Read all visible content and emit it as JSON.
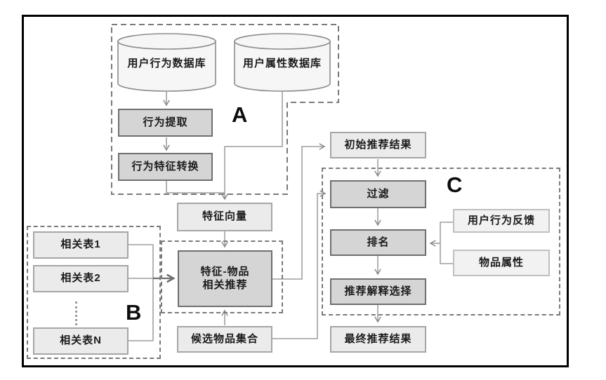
{
  "diagram": {
    "groups": {
      "a": "A",
      "b": "B",
      "c": "C"
    },
    "nodes": {
      "user_behavior_db": {
        "label": "用户行为数据库",
        "shape": "cylinder"
      },
      "user_attr_db": {
        "label": "用户属性数据库",
        "shape": "cylinder"
      },
      "behavior_extract": {
        "label": "行为提取",
        "shape": "process"
      },
      "behavior_feature_convert": {
        "label": "行为特征转换",
        "shape": "process"
      },
      "feature_vector": {
        "label": "特征向量",
        "shape": "data"
      },
      "feature_item_rec": {
        "label": "特征-物品\n相关推荐",
        "shape": "process"
      },
      "related_table_1": {
        "label": "相关表1",
        "shape": "data"
      },
      "related_table_2": {
        "label": "相关表2",
        "shape": "data"
      },
      "related_table_n": {
        "label": "相关表N",
        "shape": "data"
      },
      "candidate_item_set": {
        "label": "候选物品集合",
        "shape": "data"
      },
      "initial_rec_result": {
        "label": "初始推荐结果",
        "shape": "data"
      },
      "filter": {
        "label": "过滤",
        "shape": "process"
      },
      "ranking": {
        "label": "排名",
        "shape": "process"
      },
      "rec_explain_select": {
        "label": "推荐解释选择",
        "shape": "process"
      },
      "final_rec_result": {
        "label": "最终推荐结果",
        "shape": "data"
      },
      "user_behavior_feedback": {
        "label": "用户行为反馈",
        "shape": "input"
      },
      "item_attribute": {
        "label": "物品属性",
        "shape": "input"
      }
    },
    "colors": {
      "process_fill": "#d5d5d5",
      "process_border": "#6f6f6f",
      "data_fill": "#ebebeb",
      "data_border": "#a6a6a6",
      "input_fill": "#f2f2f2",
      "input_border": "#bfbfbf",
      "cylinder_fill": "#f6f6f6",
      "cylinder_border": "#8c8c8c",
      "dashed_outline": "#7a7a7a",
      "connector": "#8a8a8a",
      "frame": "#000000"
    }
  }
}
